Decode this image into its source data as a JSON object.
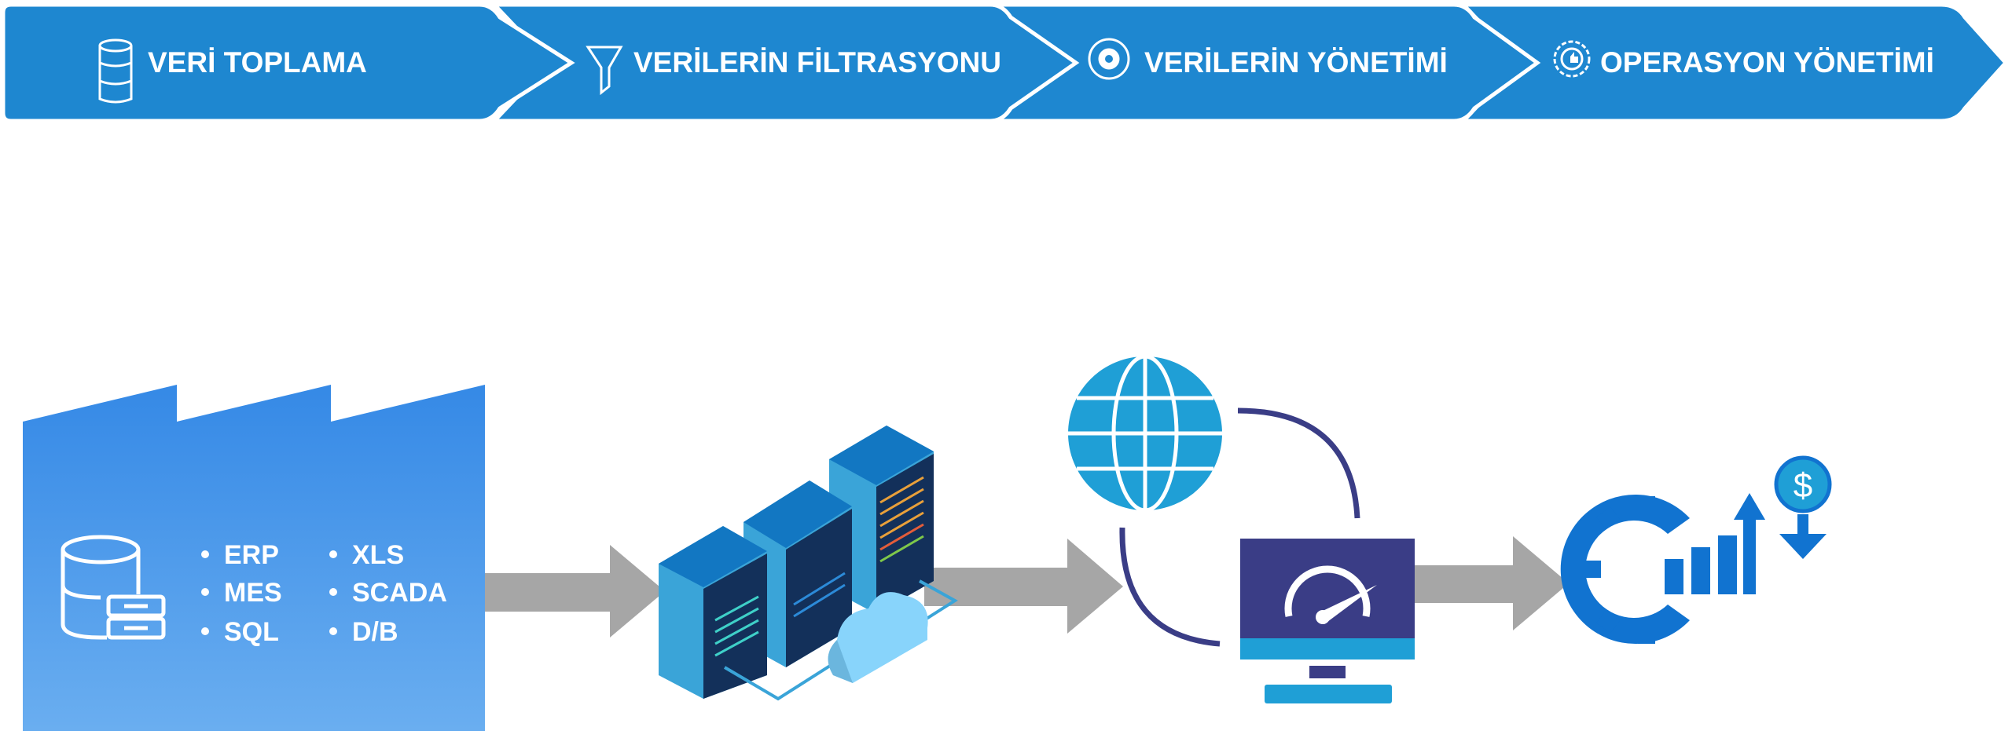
{
  "steps": [
    {
      "label": "VERİ TOPLAMA",
      "icon": "database-icon"
    },
    {
      "label": "VERİLERİN FİLTRASYONU",
      "icon": "filter-icon"
    },
    {
      "label": "VERİLERİN YÖNETİMİ",
      "icon": "gear-cycle-icon"
    },
    {
      "label": "OPERASYON YÖNETİMİ",
      "icon": "gear-thumbs-up-icon"
    }
  ],
  "sources": {
    "left": [
      "ERP",
      "MES",
      "SQL"
    ],
    "right": [
      "XLS",
      "SCADA",
      "D/B"
    ]
  },
  "colors": {
    "banner": "#1e87d0",
    "factory_top": "#3589e6",
    "factory_bottom": "#6aaef0",
    "arrow": "#a6a6a6",
    "navy": "#3a3d86",
    "globe": "#1f9fd6",
    "icon_blue": "#1173d0"
  }
}
